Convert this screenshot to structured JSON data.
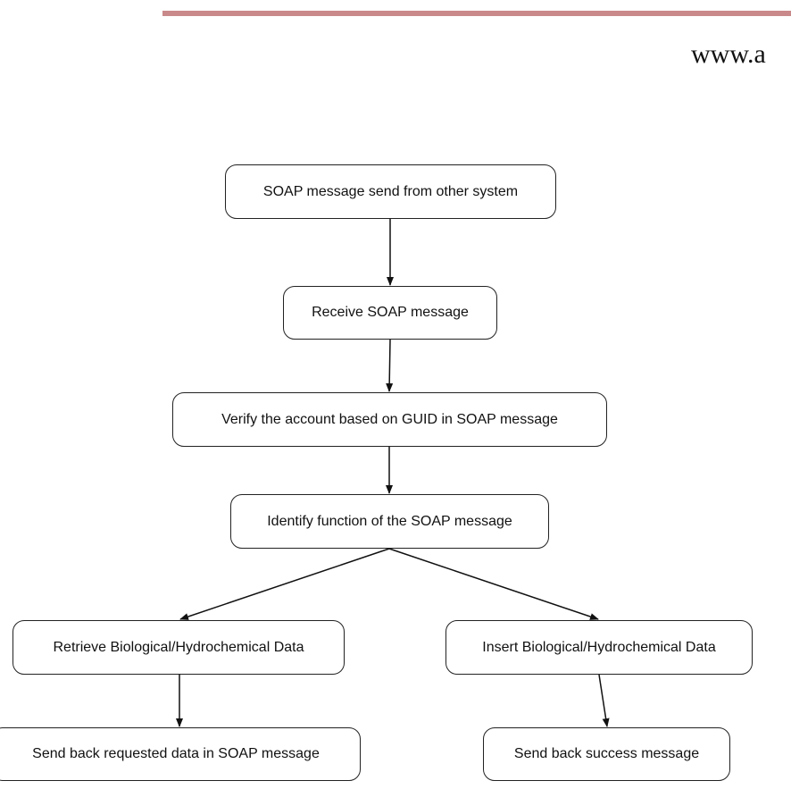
{
  "header": {
    "url_fragment": "www.a"
  },
  "flowchart": {
    "nodes": [
      {
        "id": "n1",
        "label": "SOAP message send from other system"
      },
      {
        "id": "n2",
        "label": "Receive SOAP message"
      },
      {
        "id": "n3",
        "label": "Verify the account based on GUID in SOAP message"
      },
      {
        "id": "n4",
        "label": "Identify function of the SOAP message"
      },
      {
        "id": "n5",
        "label": "Retrieve Biological/Hydrochemical Data"
      },
      {
        "id": "n6",
        "label": "Insert Biological/Hydrochemical Data"
      },
      {
        "id": "n7",
        "label": "Send back requested data in SOAP message"
      },
      {
        "id": "n8",
        "label": "Send back success message"
      }
    ],
    "edges": [
      {
        "from": "n1",
        "to": "n2"
      },
      {
        "from": "n2",
        "to": "n3"
      },
      {
        "from": "n3",
        "to": "n4"
      },
      {
        "from": "n4",
        "to": "n5"
      },
      {
        "from": "n4",
        "to": "n6"
      },
      {
        "from": "n5",
        "to": "n7"
      },
      {
        "from": "n6",
        "to": "n8"
      }
    ]
  }
}
